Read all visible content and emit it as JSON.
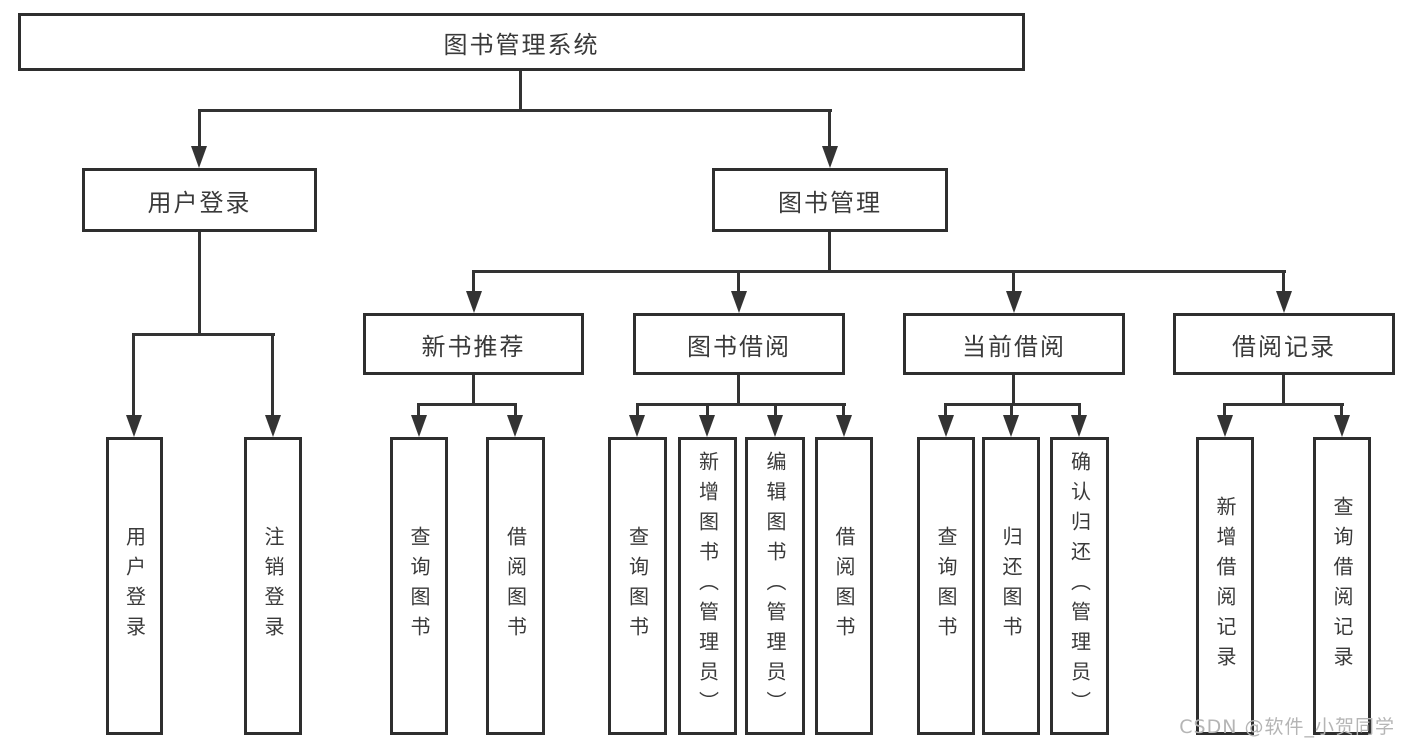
{
  "diagram_title": "图书管理系统",
  "tree": {
    "label": "图书管理系统",
    "children": [
      {
        "label": "用户登录",
        "children": [
          {
            "label": "用户登录"
          },
          {
            "label": "注销登录"
          }
        ]
      },
      {
        "label": "图书管理",
        "children": [
          {
            "label": "新书推荐",
            "children": [
              {
                "label": "查询图书"
              },
              {
                "label": "借阅图书"
              }
            ]
          },
          {
            "label": "图书借阅",
            "children": [
              {
                "label": "查询图书"
              },
              {
                "label": "新增图书（管理员）"
              },
              {
                "label": "编辑图书（管理员）"
              },
              {
                "label": "借阅图书"
              }
            ]
          },
          {
            "label": "当前借阅",
            "children": [
              {
                "label": "查询图书"
              },
              {
                "label": "归还图书"
              },
              {
                "label": "确认归还（管理员）"
              }
            ]
          },
          {
            "label": "借阅记录",
            "children": [
              {
                "label": "新增借阅记录"
              },
              {
                "label": "查询借阅记录"
              }
            ]
          }
        ]
      }
    ]
  },
  "watermark": {
    "text": "CSDN @软件_小贺同学"
  },
  "colors": {
    "background": "#ffffff",
    "border": "#2e2e2e",
    "line": "#333333",
    "text": "#3a3a3a",
    "watermark": "#b5b5b5"
  }
}
